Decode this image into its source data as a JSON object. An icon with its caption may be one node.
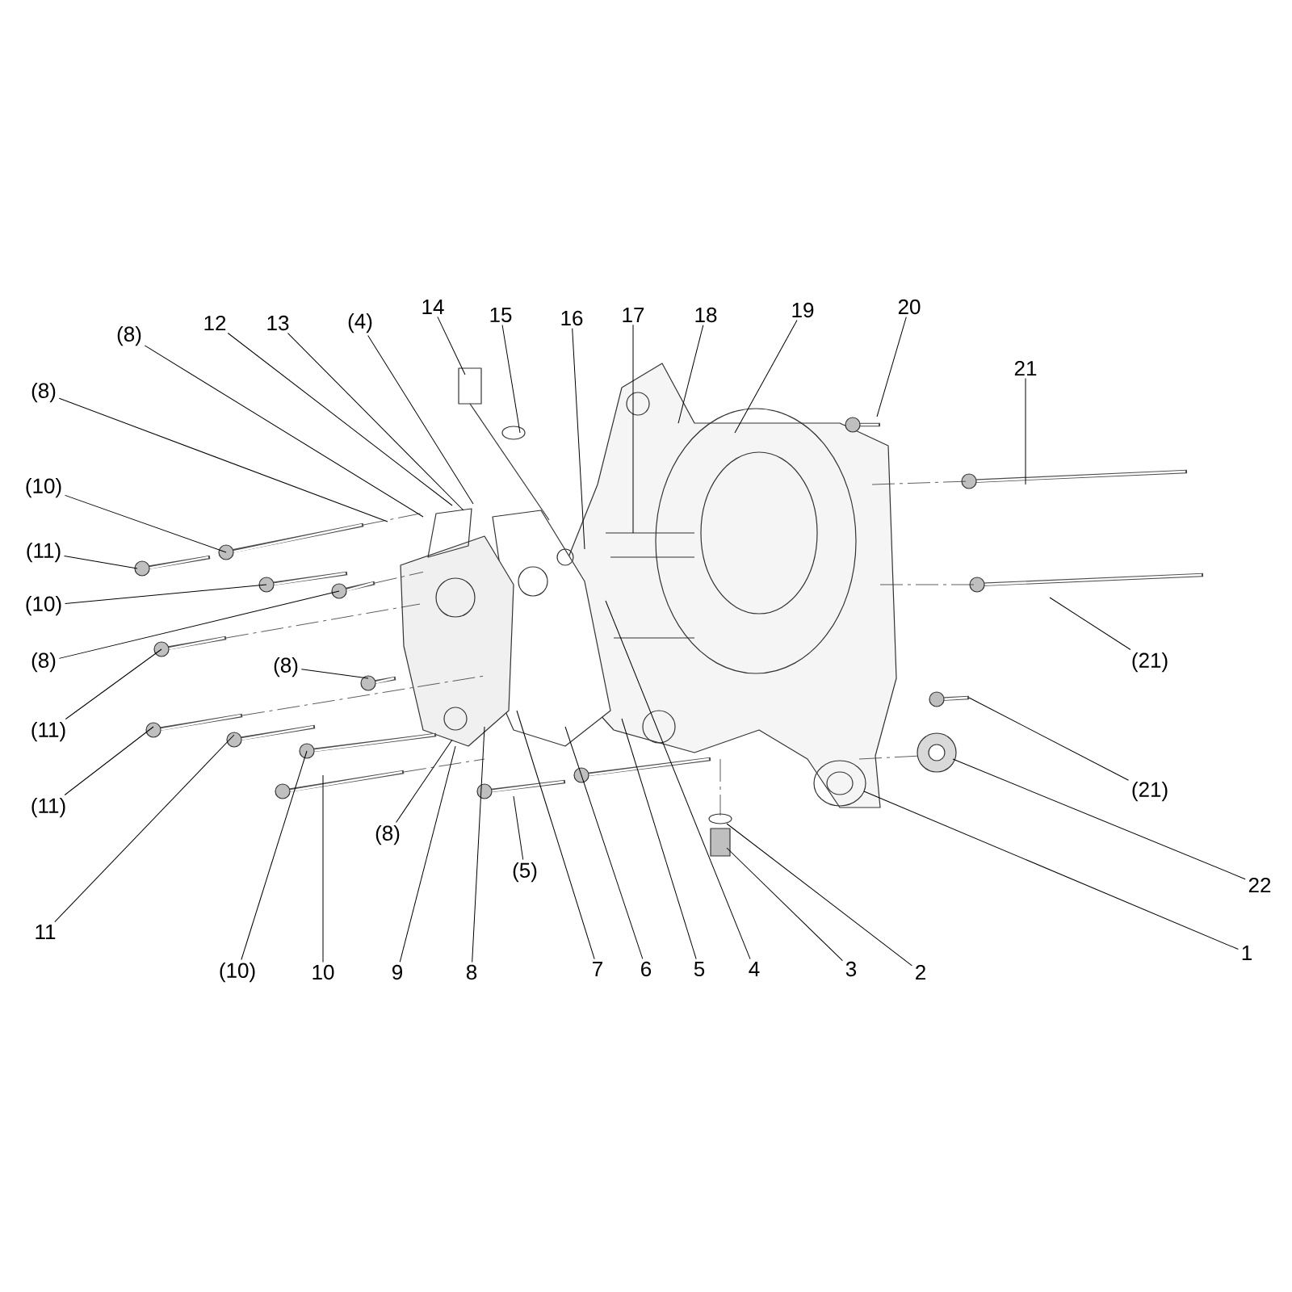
{
  "diagram": {
    "nodes": [
      {
        "text": [
          "(8)"
        ]
      },
      {
        "text": [
          "12"
        ]
      },
      {
        "text": [
          "13"
        ]
      },
      {
        "text": [
          "(4)"
        ]
      },
      {
        "text": [
          "14"
        ]
      },
      {
        "text": [
          "15"
        ]
      },
      {
        "text": [
          "16"
        ]
      },
      {
        "text": [
          "17"
        ]
      },
      {
        "text": [
          "18"
        ]
      },
      {
        "text": [
          "19"
        ]
      },
      {
        "text": [
          "20"
        ]
      },
      {
        "text": [
          "21"
        ]
      },
      {
        "text": [
          "(8)"
        ]
      },
      {
        "text": [
          "(10)"
        ]
      },
      {
        "text": [
          "(11)"
        ]
      },
      {
        "text": [
          "(10)"
        ]
      },
      {
        "text": [
          "(8)"
        ]
      },
      {
        "text": [
          "(11)"
        ]
      },
      {
        "text": [
          "(8)"
        ]
      },
      {
        "text": [
          "(11)"
        ]
      },
      {
        "text": [
          "11"
        ]
      },
      {
        "text": [
          "(10)"
        ]
      },
      {
        "text": [
          "10"
        ]
      },
      {
        "text": [
          "9"
        ]
      },
      {
        "text": [
          "8"
        ]
      },
      {
        "text": [
          "(8)"
        ]
      },
      {
        "text": [
          "(5)"
        ]
      },
      {
        "text": [
          "7"
        ]
      },
      {
        "text": [
          "6"
        ]
      },
      {
        "text": [
          "5"
        ]
      },
      {
        "text": [
          "4"
        ]
      },
      {
        "text": [
          "3"
        ]
      },
      {
        "text": [
          "2"
        ]
      },
      {
        "text": [
          "1"
        ]
      },
      {
        "text": [
          "22"
        ]
      },
      {
        "text": [
          "(21)"
        ]
      },
      {
        "text": [
          "(21)"
        ]
      }
    ],
    "edges": [
      {
        "from": 0,
        "to": null,
        "arrow": "none"
      },
      {
        "from": 1,
        "to": null,
        "arrow": "none"
      },
      {
        "from": 2,
        "to": null,
        "arrow": "none"
      },
      {
        "from": 3,
        "to": null,
        "arrow": "none"
      },
      {
        "from": 4,
        "to": null,
        "arrow": "none"
      },
      {
        "from": 5,
        "to": null,
        "arrow": "none"
      },
      {
        "from": 6,
        "to": null,
        "arrow": "none"
      },
      {
        "from": 7,
        "to": null,
        "arrow": "none"
      },
      {
        "from": 8,
        "to": null,
        "arrow": "none"
      },
      {
        "from": 9,
        "to": null,
        "arrow": "none"
      },
      {
        "from": 10,
        "to": null,
        "arrow": "none"
      },
      {
        "from": 11,
        "to": null,
        "arrow": "none"
      },
      {
        "from": 12,
        "to": null,
        "arrow": "none"
      },
      {
        "from": 13,
        "to": null,
        "arrow": "none"
      },
      {
        "from": 14,
        "to": null,
        "arrow": "none"
      },
      {
        "from": 15,
        "to": null,
        "arrow": "none"
      },
      {
        "from": 16,
        "to": null,
        "arrow": "none"
      },
      {
        "from": 17,
        "to": null,
        "arrow": "none"
      },
      {
        "from": 18,
        "to": null,
        "arrow": "none"
      },
      {
        "from": 19,
        "to": null,
        "arrow": "none"
      },
      {
        "from": 20,
        "to": null,
        "arrow": "none"
      },
      {
        "from": 21,
        "to": null,
        "arrow": "none"
      },
      {
        "from": 22,
        "to": null,
        "arrow": "none"
      },
      {
        "from": 23,
        "to": null,
        "arrow": "none"
      },
      {
        "from": 24,
        "to": null,
        "arrow": "none"
      },
      {
        "from": 25,
        "to": null,
        "arrow": "none"
      },
      {
        "from": 26,
        "to": null,
        "arrow": "none"
      },
      {
        "from": 27,
        "to": null,
        "arrow": "none"
      },
      {
        "from": 28,
        "to": null,
        "arrow": "none"
      },
      {
        "from": 29,
        "to": null,
        "arrow": "none"
      },
      {
        "from": 30,
        "to": null,
        "arrow": "none"
      },
      {
        "from": 31,
        "to": null,
        "arrow": "none"
      },
      {
        "from": 32,
        "to": null,
        "arrow": "none"
      },
      {
        "from": 33,
        "to": null,
        "arrow": "none"
      },
      {
        "from": 34,
        "to": null,
        "arrow": "none"
      },
      {
        "from": 35,
        "to": null,
        "arrow": "none"
      },
      {
        "from": 36,
        "to": null,
        "arrow": "none"
      }
    ]
  }
}
